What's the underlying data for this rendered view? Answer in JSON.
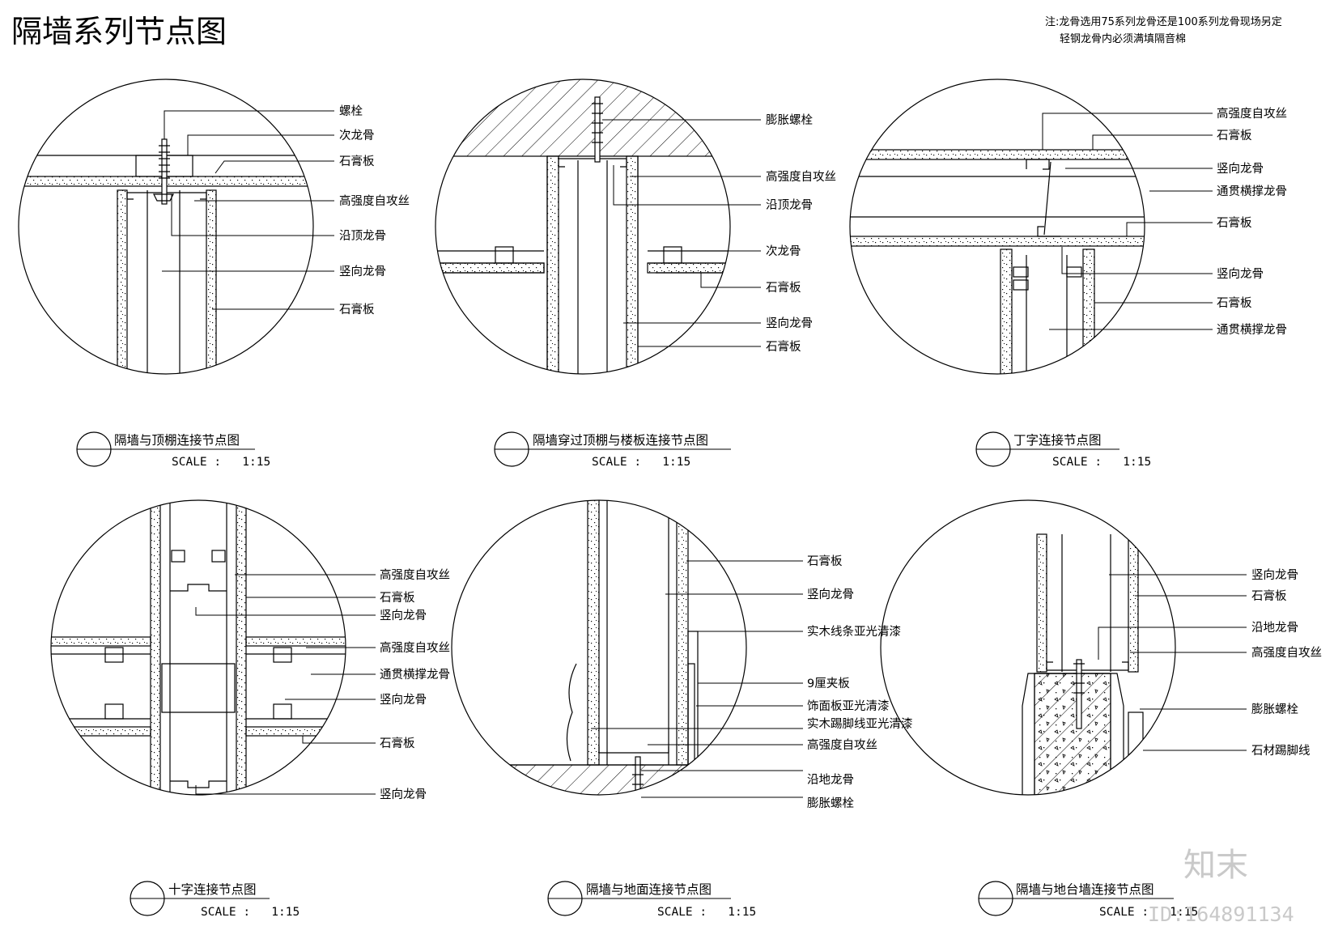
{
  "title": "隔墙系列节点图",
  "note": {
    "line1": "注:龙骨选用75系列龙骨还是100系列龙骨现场另定",
    "line2": "轻钢龙骨内必须满填隔音棉"
  },
  "details": [
    {
      "caption": "隔墙与顶棚连接节点图",
      "scale": "SCALE :   1:15",
      "labels": [
        "螺栓",
        "次龙骨",
        "石膏板",
        "高强度自攻丝",
        "沿顶龙骨",
        "竖向龙骨",
        "石膏板"
      ]
    },
    {
      "caption": "隔墙穿过顶棚与楼板连接节点图",
      "scale": "SCALE :   1:15",
      "labels": [
        "膨胀螺栓",
        "高强度自攻丝",
        "沿顶龙骨",
        "次龙骨",
        "石膏板",
        "竖向龙骨",
        "石膏板"
      ]
    },
    {
      "caption": "丁字连接节点图",
      "scale": "SCALE :   1:15",
      "labels": [
        "高强度自攻丝",
        "石膏板",
        "竖向龙骨",
        "通贯横撑龙骨",
        "石膏板",
        "竖向龙骨",
        "石膏板",
        "通贯横撑龙骨"
      ]
    },
    {
      "caption": "十字连接节点图",
      "scale": "SCALE :   1:15",
      "labels": [
        "高强度自攻丝",
        "石膏板",
        "竖向龙骨",
        "高强度自攻丝",
        "通贯横撑龙骨",
        "竖向龙骨",
        "石膏板",
        "竖向龙骨"
      ]
    },
    {
      "caption": "隔墙与地面连接节点图",
      "scale": "SCALE :   1:15",
      "labels": [
        "石膏板",
        "竖向龙骨",
        "实木线条亚光清漆",
        "9厘夹板",
        "饰面板亚光清漆",
        "实木踢脚线亚光清漆",
        "高强度自攻丝",
        "沿地龙骨",
        "膨胀螺栓"
      ]
    },
    {
      "caption": "隔墙与地台墙连接节点图",
      "scale": "SCALE :   1:15",
      "labels": [
        "竖向龙骨",
        "石膏板",
        "沿地龙骨",
        "高强度自攻丝",
        "膨胀螺栓",
        "石材踢脚线"
      ]
    }
  ],
  "watermark": {
    "brand": "知末",
    "id": "ID:164891134"
  }
}
